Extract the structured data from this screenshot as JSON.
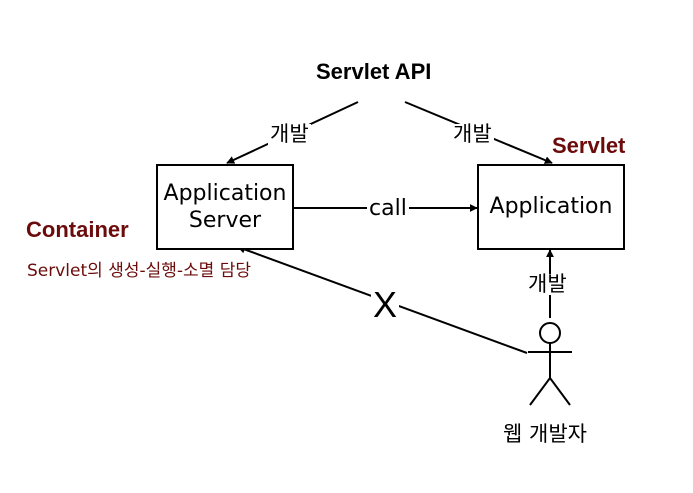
{
  "title": "Servlet API",
  "nodes": {
    "app_server": {
      "line1": "Application",
      "line2": "Server"
    },
    "application": {
      "label": "Application"
    }
  },
  "labels": {
    "container": "Container",
    "container_desc": "Servlet의 생성-실행-소멸 담당",
    "servlet": "Servlet",
    "actor": "웹 개발자"
  },
  "edges": {
    "api_to_server": "개발",
    "api_to_app": "개발",
    "call": "call",
    "dev_to_app": "개발",
    "dev_to_server": "X"
  },
  "colors": {
    "accent": "#6b0b0b",
    "line": "#000000"
  }
}
